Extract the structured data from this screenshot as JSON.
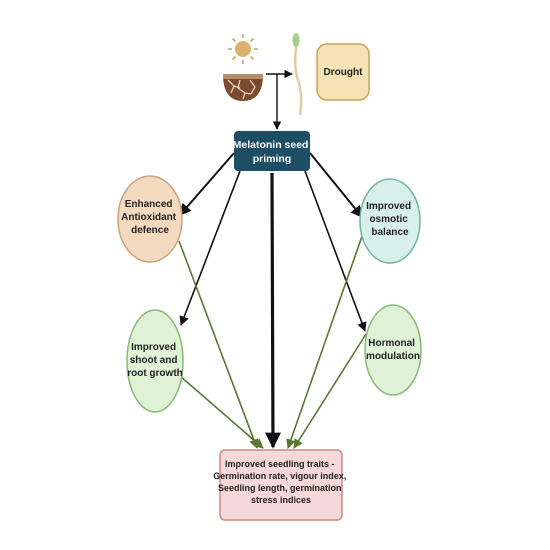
{
  "diagram": {
    "drought": {
      "label": "Drought"
    },
    "priming": {
      "lines": [
        "Melatonin seed",
        "priming"
      ]
    },
    "antioxidant": {
      "lines": [
        "Enhanced",
        "Antioxidant",
        "defence"
      ]
    },
    "osmotic": {
      "lines": [
        "Improved",
        "osmotic",
        "balance"
      ]
    },
    "shoot_root": {
      "lines": [
        "Improved",
        "shoot and",
        "root growth"
      ]
    },
    "hormonal": {
      "lines": [
        "Hormonal",
        "modulation"
      ]
    },
    "outcome": {
      "lines": [
        "Improved seedling traits -",
        "Germination rate, vigour index,",
        "Seedling length, germination",
        "stress indices"
      ]
    }
  },
  "colors": {
    "primary_box": "#1d4e66",
    "drought_fill": "#f6e3b4",
    "drought_stroke": "#c8a35a",
    "antioxidant_fill": "#f3d9bd",
    "antioxidant_stroke": "#c9a27a",
    "osmotic_fill": "#d8f0ea",
    "osmotic_stroke": "#6fb3a3",
    "growth_fill": "#dff2d6",
    "growth_stroke": "#86b878",
    "outcome_fill": "#f5d9d9",
    "outcome_stroke": "#c98a8a",
    "black_arrow": "#111111",
    "green_arrow": "#557a2e"
  }
}
